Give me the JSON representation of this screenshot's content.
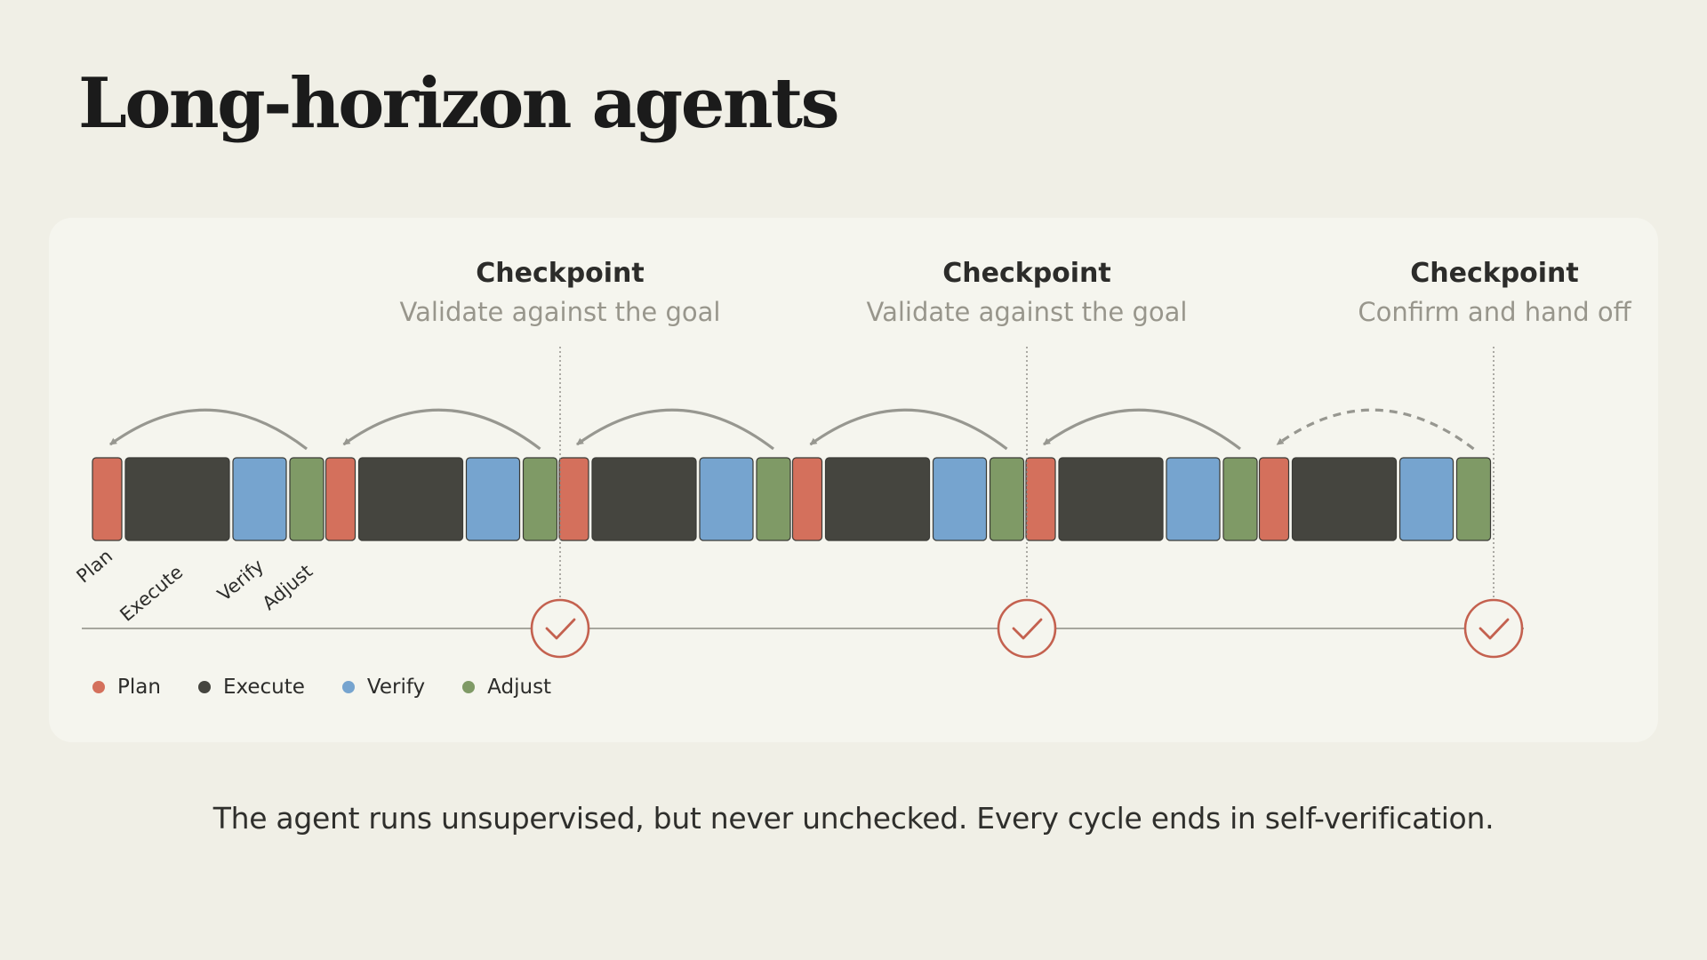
{
  "title": "Long-horizon agents",
  "checkpoints": [
    {
      "title": "Checkpoint",
      "subtitle": "Validate against the goal"
    },
    {
      "title": "Checkpoint",
      "subtitle": "Validate against the goal"
    },
    {
      "title": "Checkpoint",
      "subtitle": "Confirm and hand off"
    }
  ],
  "phase_labels": [
    "Plan",
    "Execute",
    "Verify",
    "Adjust"
  ],
  "legend": [
    {
      "label": "Plan",
      "color": "#d4705c"
    },
    {
      "label": "Execute",
      "color": "#45453f"
    },
    {
      "label": "Verify",
      "color": "#76a4cf"
    },
    {
      "label": "Adjust",
      "color": "#7f9a66"
    }
  ],
  "cycle_count": 6,
  "caption": "The agent runs unsupervised, but never unchecked. Every cycle ends in self-verification."
}
